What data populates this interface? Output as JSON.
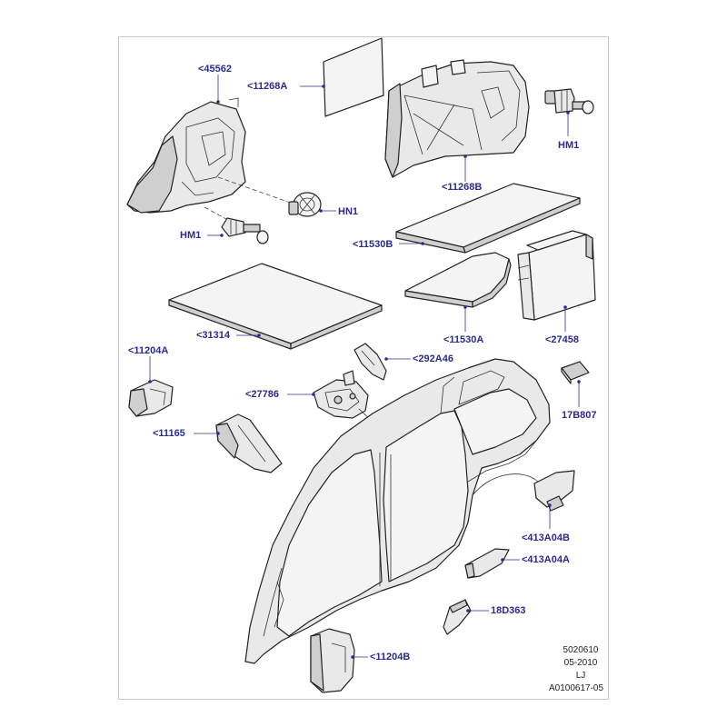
{
  "callouts": {
    "c45562": "<45562",
    "c11268A": "<11268A",
    "c11268B": "<11268B",
    "hm1_top": "HM1",
    "hn1": "HN1",
    "hm1_left": "HM1",
    "c11530B": "<11530B",
    "c31314": "<31314",
    "c11530A": "<11530A",
    "c27458": "<27458",
    "c11204A_top": "<11204A",
    "c292A46": "<292A46",
    "c27786": "<27786",
    "c17B807": "17B807",
    "c11165": "<11165",
    "c413A04B": "<413A04B",
    "c413A04A": "<413A04A",
    "c18D363": "18D363",
    "c11204B": "<11204B"
  },
  "footer": {
    "line1": "5020610",
    "line2": "05-2010",
    "line3": "LJ",
    "line4": "A0100617-05"
  },
  "colors": {
    "callout_text": "#2b2b8f",
    "frame_border": "#c8c8c8"
  }
}
